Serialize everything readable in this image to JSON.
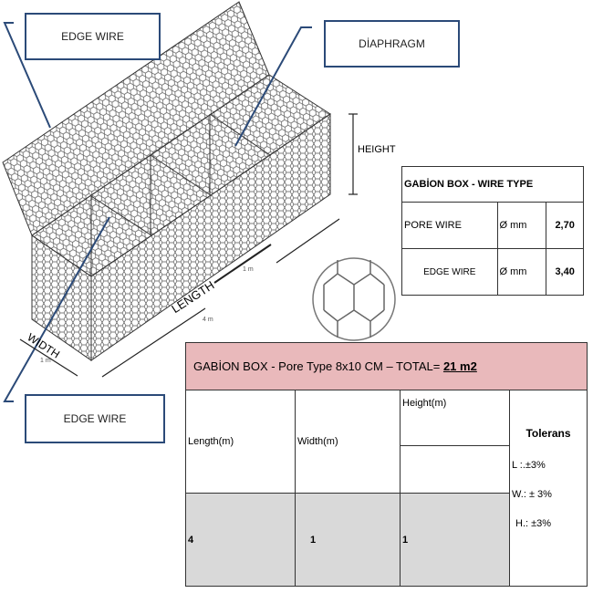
{
  "callouts": {
    "edge_wire_top": "EDGE WIRE",
    "diaphragm": "DİAPHRAGM",
    "edge_wire_bottom": "EDGE WIRE"
  },
  "dimensions": {
    "height": "HEIGHT",
    "length": "LENGTH",
    "length_value": "4 m",
    "width": "WIDTH",
    "width_value": "1 m",
    "diaphragm_spacing": "1 m"
  },
  "wire_table": {
    "title": "GABİON BOX - WIRE TYPE",
    "rows": [
      {
        "name": "PORE WIRE",
        "unit": "Ø mm",
        "value": "2,70"
      },
      {
        "name": "EDGE WIRE",
        "unit": "Ø mm",
        "value": "3,40"
      }
    ]
  },
  "box_table": {
    "title": "GABİON BOX - Pore Type 8x10 CM –  TOTAL= ",
    "total": "21 m2",
    "headers": {
      "length": "Length(m)",
      "width": "Width(m)",
      "height": "Height(m)",
      "tolerans": "Tolerans"
    },
    "values": {
      "length": "4",
      "width": "1",
      "height": "1"
    },
    "tolerances": {
      "l": "L :.±3%",
      "w": "W.: ± 3%",
      "h": "H.: ±3%"
    }
  },
  "colors": {
    "callout_border": "#2b4a78",
    "header_pink": "#e9b9bb",
    "row_grey": "#d9d9d9"
  }
}
